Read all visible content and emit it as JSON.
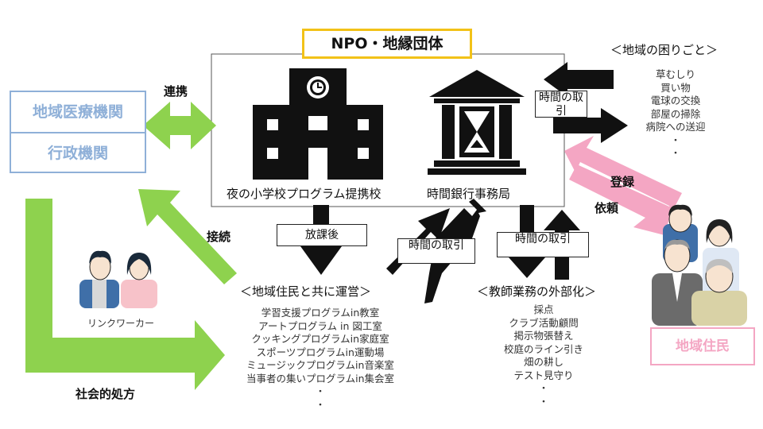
{
  "title_npo": "NPO・地縁団体",
  "left_boxes": {
    "medical": "地域医療機関",
    "admin": "行政機関"
  },
  "labels": {
    "renkei": "連携",
    "setsuzoku": "接続",
    "shakai": "社会的処方",
    "linkworker": "リンクワーカー",
    "houkago": "放課後",
    "time_trade_right": "時間の取引",
    "time_trade_mid": "時間の取引",
    "time_trade_bottom": "時間の取引",
    "touroku": "登録",
    "irai": "依頼",
    "school": "夜の小学校プログラム提携校",
    "bank": "時間銀行事務局",
    "residents": "地域住民"
  },
  "troubles": {
    "heading": "＜地域の困りごと＞",
    "items": [
      "草むしり",
      "買い物",
      "電球の交換",
      "部屋の掃除",
      "病院への送迎",
      "・",
      "・"
    ]
  },
  "community": {
    "heading": "＜地域住民と共に運営＞",
    "items": [
      "学習支援プログラムin教室",
      "アートプログラム in 図工室",
      "クッキングプログラムin家庭室",
      "スポーツプログラムin運動場",
      "ミュージックプログラムin音楽室",
      "当事者の集いプログラムin集会室",
      "・",
      "・"
    ]
  },
  "teacher": {
    "heading": "＜教師業務の外部化＞",
    "items": [
      "採点",
      "クラブ活動顧問",
      "掲示物張替え",
      "校庭のライン引き",
      "畑の耕し",
      "テスト見守り",
      "・",
      "・"
    ]
  },
  "colors": {
    "green": "#8ed24e",
    "blue": "#8fb0d8",
    "pink": "#f4a6c3",
    "yellow": "#f2c218"
  }
}
